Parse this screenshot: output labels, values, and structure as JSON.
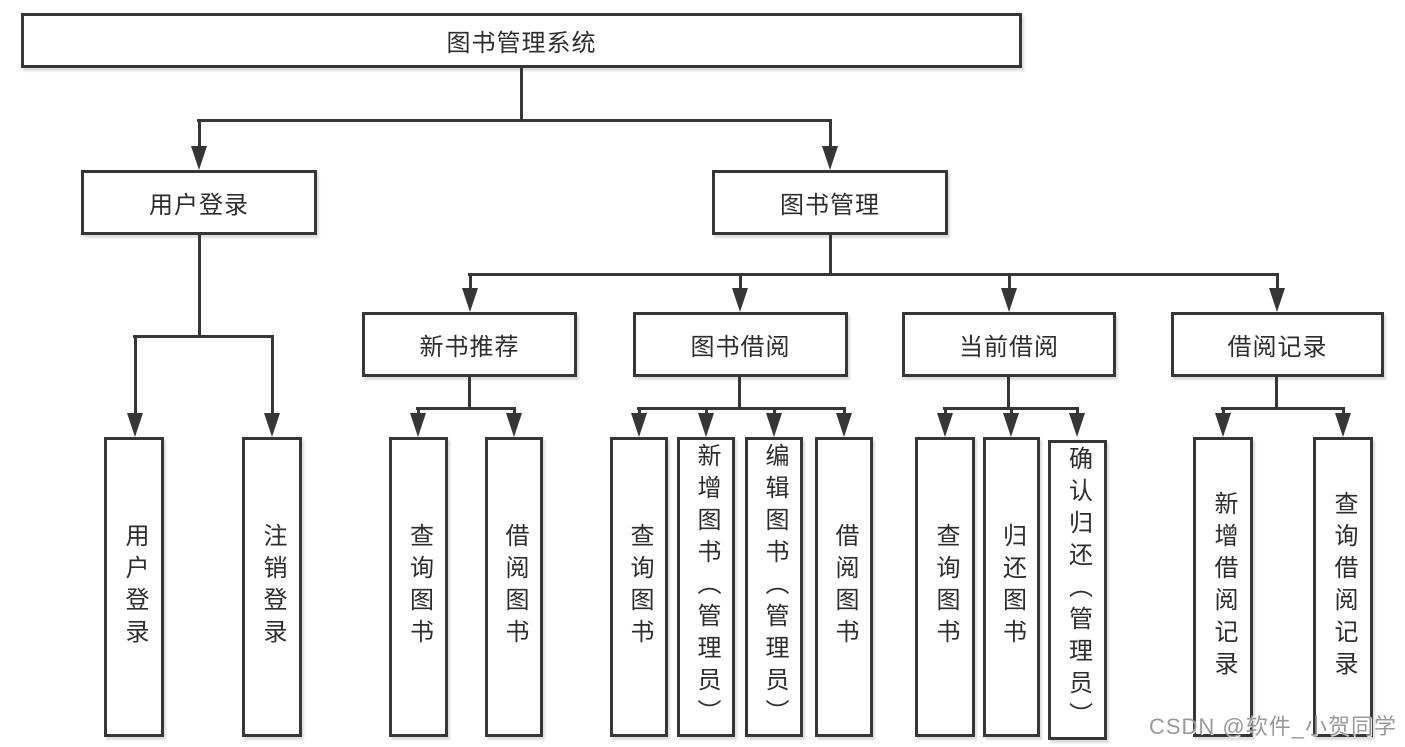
{
  "diagram": {
    "root": {
      "label": "图书管理系统"
    },
    "level2": [
      {
        "label": "用户登录"
      },
      {
        "label": "图书管理"
      }
    ],
    "level3": [
      {
        "label": "新书推荐"
      },
      {
        "label": "图书借阅"
      },
      {
        "label": "当前借阅"
      },
      {
        "label": "借阅记录"
      }
    ],
    "leaves": {
      "user_login": [
        "用户登录",
        "注销登录"
      ],
      "new_books": [
        "查询图书",
        "借阅图书"
      ],
      "book_borrow": [
        "查询图书",
        "新增图书（管理员）",
        "编辑图书（管理员）",
        "借阅图书"
      ],
      "current_borrow": [
        "查询图书",
        "归还图书",
        "确认归还（管理员）"
      ],
      "borrow_records": [
        "新增借阅记录",
        "查询借阅记录"
      ]
    }
  },
  "watermark": {
    "text": "CSDN @软件_小贺同学"
  },
  "colors": {
    "line": "#363636",
    "box_border": "#363636",
    "box_fill": "#ffffff",
    "text": "#2d2d2d",
    "watermark": "#949494",
    "background": "#ffffff"
  }
}
